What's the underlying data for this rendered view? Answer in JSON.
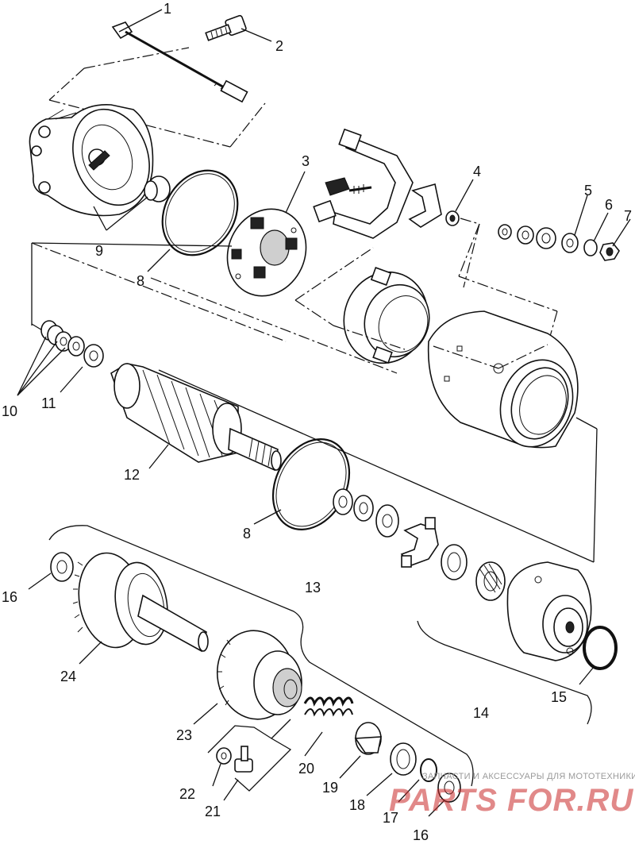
{
  "diagram": {
    "callouts": [
      "1",
      "2",
      "3",
      "4",
      "5",
      "6",
      "7",
      "8",
      "9",
      "10",
      "11",
      "12",
      "8",
      "13",
      "14",
      "15",
      "16",
      "24",
      "23",
      "20",
      "19",
      "22",
      "21",
      "18",
      "17",
      "16"
    ]
  },
  "watermark": {
    "tagline": "ЗАПЧАСТИ И АКСЕССУАРЫ ДЛЯ МОТОТЕХНИКИ",
    "brand": "PARTS FOR.RU"
  },
  "colors": {
    "line": "#111111",
    "background": "#ffffff",
    "watermark": "#c82828"
  }
}
